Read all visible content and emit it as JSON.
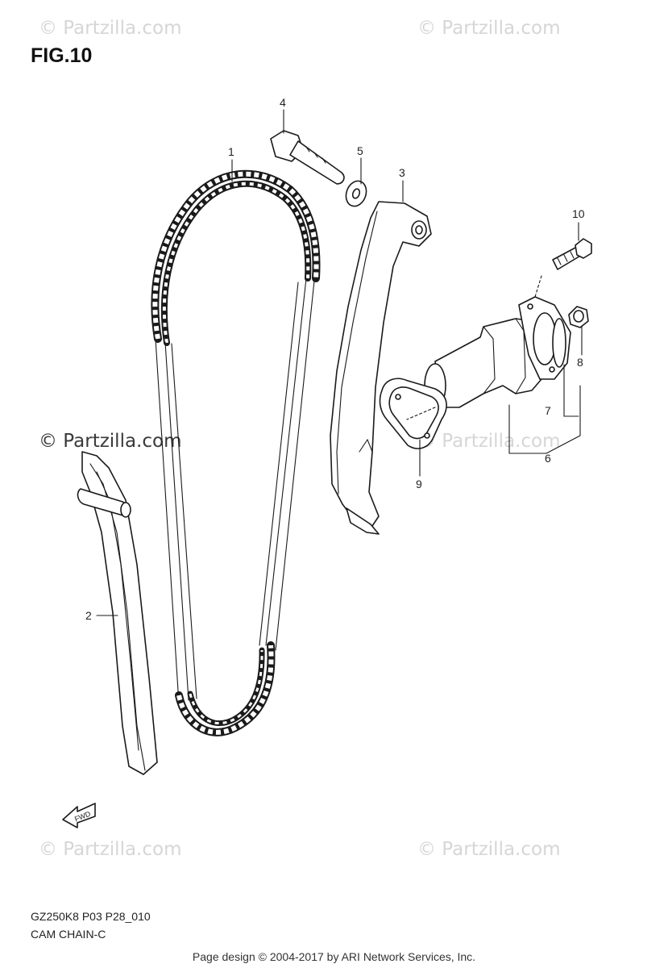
{
  "figure_title": "FIG.10",
  "watermark_text": "© Partzilla.com",
  "callouts": {
    "c1": "1",
    "c2": "2",
    "c3": "3",
    "c4": "4",
    "c5": "5",
    "c6": "6",
    "c7": "7",
    "c8": "8",
    "c9": "9",
    "c10": "10"
  },
  "fwd_label": "FWD",
  "footer": {
    "model_code": "GZ250K8 P03 P28_010",
    "diagram_name": "CAM CHAIN-C",
    "copyright": "Page design © 2004-2017 by ARI Network Services, Inc."
  },
  "colors": {
    "line": "#1a1a1a",
    "watermark": "#d6d6d6"
  }
}
